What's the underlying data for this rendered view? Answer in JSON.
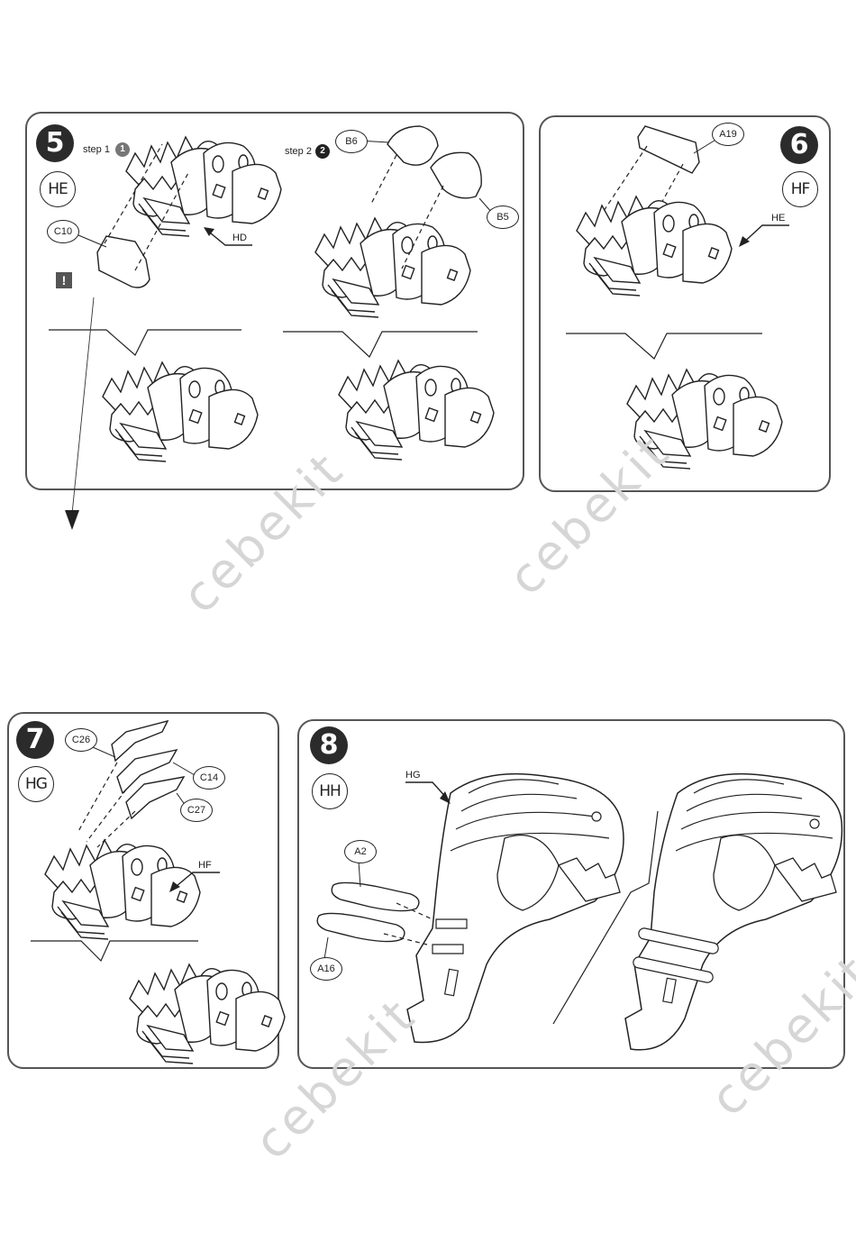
{
  "panels": {
    "step5": {
      "number": "5",
      "module": "HE",
      "step1_text": "step 1",
      "step1_num": "1",
      "step2_text": "step 2",
      "step2_num": "2",
      "parts": [
        "C10",
        "B6",
        "B5"
      ],
      "arrow_label": "HD",
      "warning": "!"
    },
    "step6": {
      "number": "6",
      "module": "HF",
      "parts": [
        "A19"
      ],
      "arrow_label": "HE"
    },
    "step7": {
      "number": "7",
      "module": "HG",
      "parts": [
        "C26",
        "C14",
        "C27"
      ],
      "arrow_label": "HF"
    },
    "step8": {
      "number": "8",
      "module": "HH",
      "parts": [
        "A2",
        "A16"
      ],
      "arrow_label": "HG"
    }
  },
  "watermark": "cebekit",
  "colors": {
    "line": "#222222",
    "badge": "#2b2b2b",
    "watermark": "#d6d6d6"
  }
}
